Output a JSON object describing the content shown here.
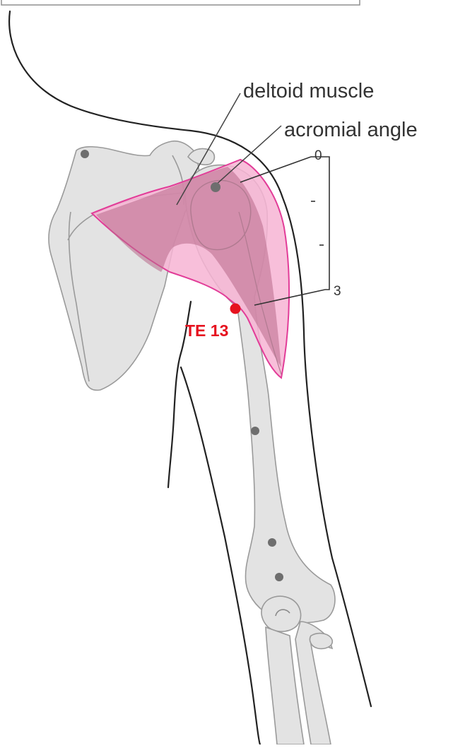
{
  "labels": {
    "muscle": "deltoid muscle",
    "landmark": "acromial angle",
    "point": "TE 13"
  },
  "scale": {
    "top": "0",
    "bottom": "3"
  },
  "colors": {
    "bone_fill": "#e3e3e3",
    "bone_stroke": "#9a9a9a",
    "muscle_fill": "#c97a9b",
    "muscle_highlight": "#f7b4d3",
    "muscle_stroke": "#e23c98",
    "point_color": "#e6121f",
    "landmark_dot": "#6e6e6e",
    "outline": "#222222"
  }
}
